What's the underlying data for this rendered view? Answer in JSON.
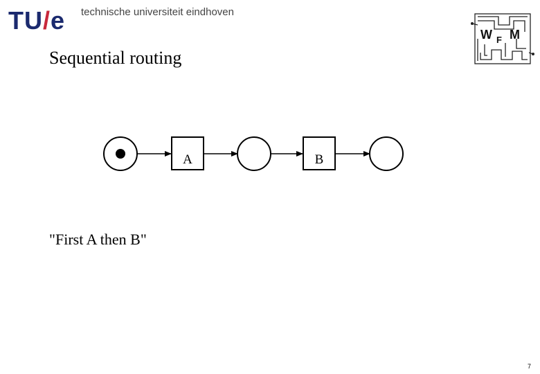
{
  "header": {
    "logo_tu": "TU",
    "logo_slash": "/",
    "logo_e": "e",
    "university": "technische universiteit eindhoven",
    "badge": {
      "w": "W",
      "f": "F",
      "m": "M"
    }
  },
  "slide": {
    "title": "Sequential routing",
    "caption": "\"First A then B\"",
    "page_number": "7"
  },
  "diagram": {
    "places": [
      {
        "id": "p1",
        "token": true
      },
      {
        "id": "p2",
        "token": false
      },
      {
        "id": "p3",
        "token": false
      }
    ],
    "transitions": [
      {
        "id": "t1",
        "label": "A"
      },
      {
        "id": "t2",
        "label": "B"
      }
    ],
    "arcs": [
      [
        "p1",
        "t1"
      ],
      [
        "t1",
        "p2"
      ],
      [
        "p2",
        "t2"
      ],
      [
        "t2",
        "p3"
      ]
    ]
  },
  "colors": {
    "logo_blue": "#1b2a6e",
    "logo_red": "#c8283c",
    "line": "#000000"
  }
}
